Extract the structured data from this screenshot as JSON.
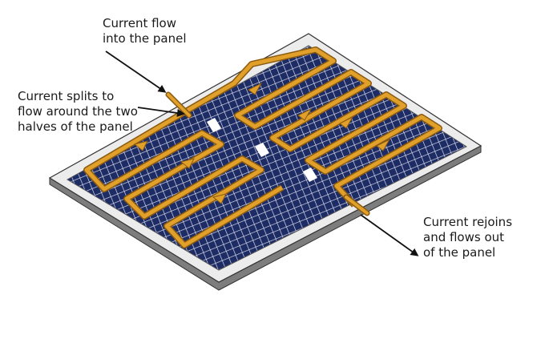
{
  "labels": {
    "current_in": [
      "Current flow",
      "into the panel"
    ],
    "current_split": [
      "Current splits to",
      "flow around the two",
      "halves of the panel"
    ],
    "current_out": [
      "Current rejoins",
      "and flows out",
      "of the panel"
    ]
  },
  "colors": {
    "frame_light": "#d6d6d6",
    "frame_top": "#ececec",
    "frame_dark": "#7d7d7d",
    "cells": "#1e2c66",
    "cell_grid": "#e6e9f2",
    "current_path": "#e0a02a",
    "current_path_edge": "#8a5a10",
    "arrow": "#111111",
    "text": "#1a1a1a"
  }
}
